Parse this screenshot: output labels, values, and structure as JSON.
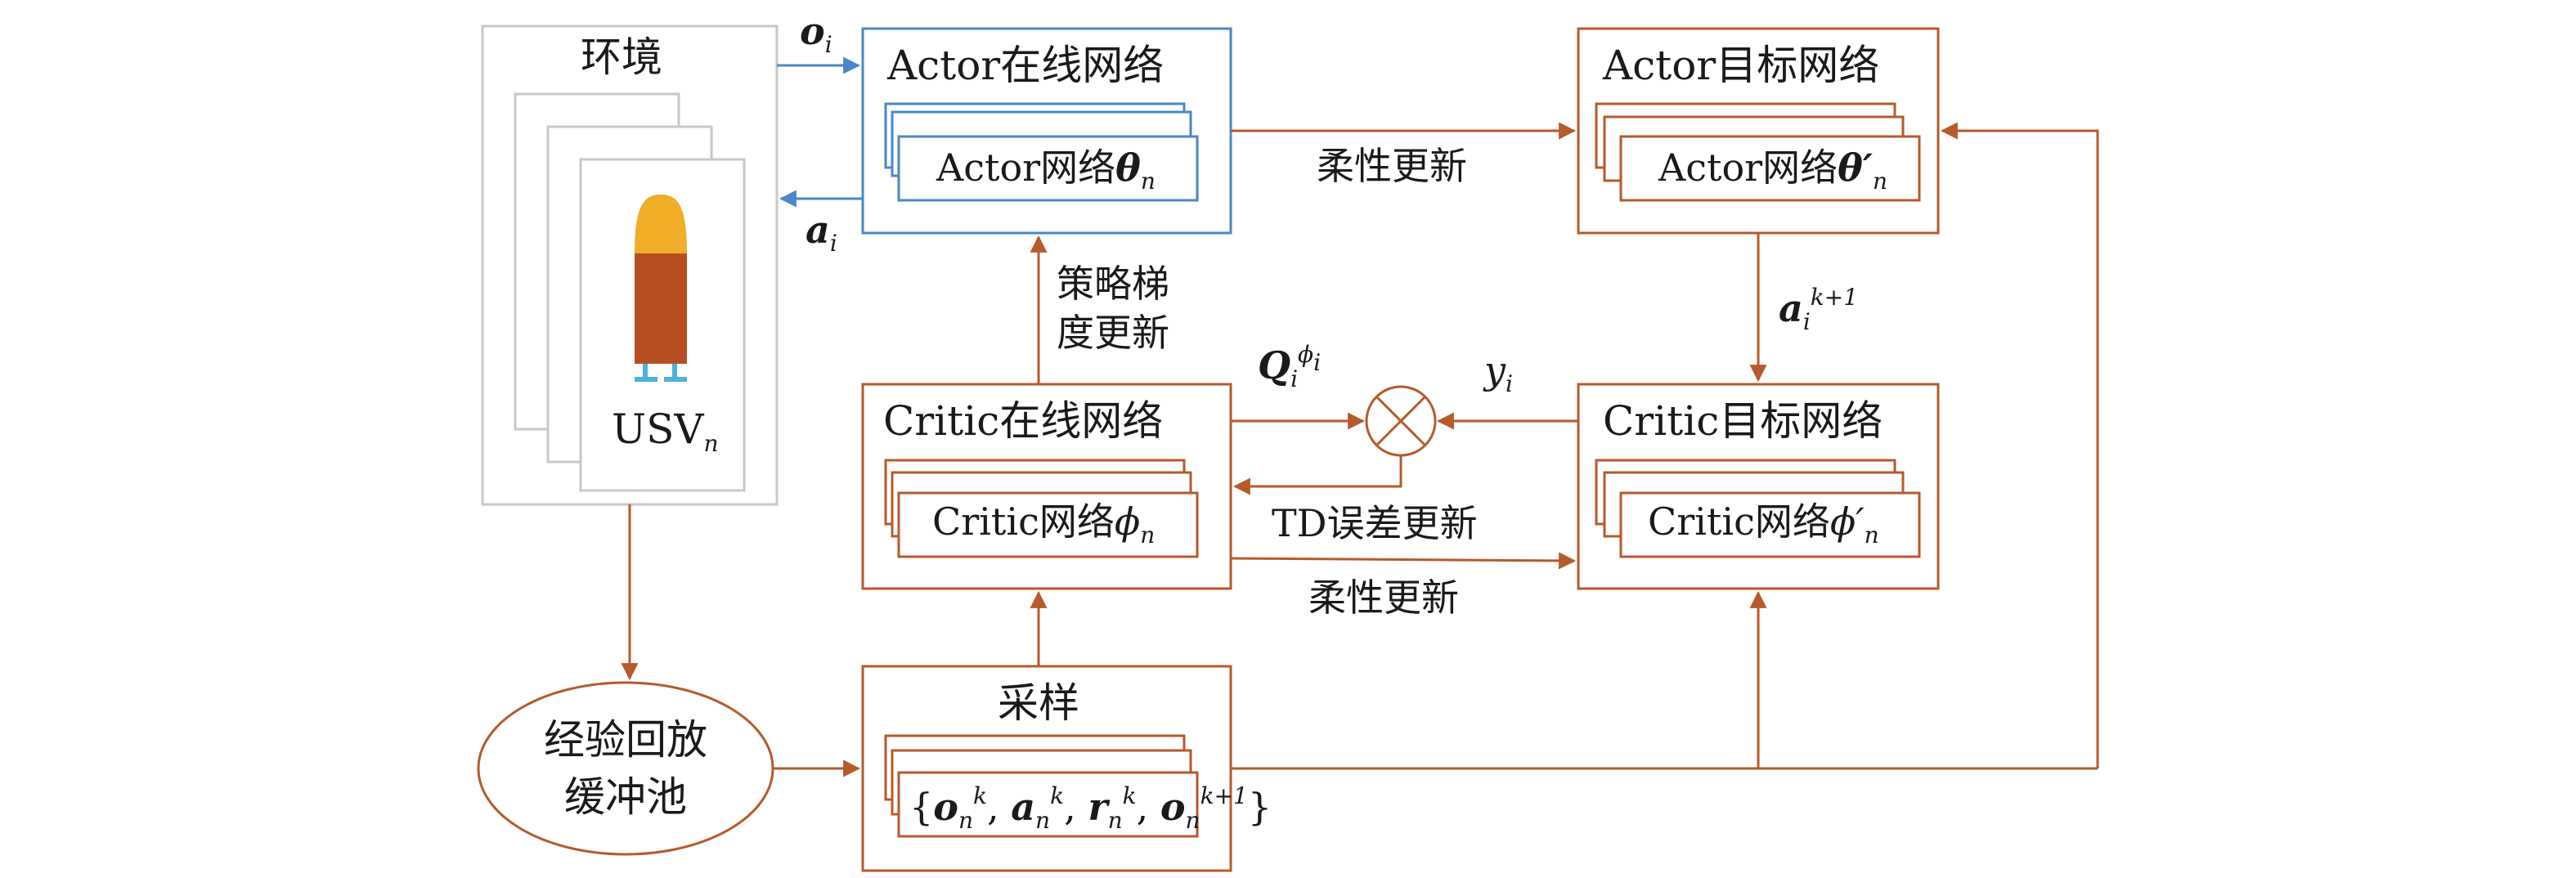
{
  "colors": {
    "blue": "#4a86c8",
    "brown": "#b65a2b",
    "gray": "#c8c8c8",
    "boat_top": "#f0ad27",
    "boat_body": "#b84f22",
    "boat_legs": "#4fb0df"
  },
  "env": {
    "title": "环境",
    "usv_text": "USV",
    "usv_sub": "n"
  },
  "actor_online": {
    "title": "Actor在线网络",
    "inner_prefix": "Actor网络",
    "inner_sym": "θ",
    "inner_sub": "n"
  },
  "actor_target": {
    "title": "Actor目标网络",
    "inner_prefix": "Actor网络",
    "inner_sym": "θ′",
    "inner_sub": "n"
  },
  "critic_online": {
    "title": "Critic在线网络",
    "inner_prefix": "Critic网络",
    "inner_sym": "ϕ",
    "inner_sub": "n"
  },
  "critic_target": {
    "title": "Critic目标网络",
    "inner_prefix": "Critic网络",
    "inner_sym": "ϕ′",
    "inner_sub": "n"
  },
  "sample": {
    "title": "采样",
    "o": "o",
    "a": "a",
    "r": "r",
    "sub_n": "n",
    "sup_k": "k",
    "sup_k1": "k+1"
  },
  "buffer": {
    "line1": "经验回放",
    "line2": "缓冲池"
  },
  "edges": {
    "obs_sym": "o",
    "obs_sub": "i",
    "act_sym": "a",
    "act_sub": "i",
    "soft_update_actor": "柔性更新",
    "policy_gradient": "策略梯度更新",
    "q_sym": "Q",
    "q_sub": "i",
    "q_sup": "ϕ",
    "y_sym": "y",
    "y_sub": "i",
    "next_act_sym": "a",
    "next_act_sub": "i",
    "next_act_sup": "k+1",
    "td_update": "TD误差更新",
    "soft_update_critic": "柔性更新"
  }
}
